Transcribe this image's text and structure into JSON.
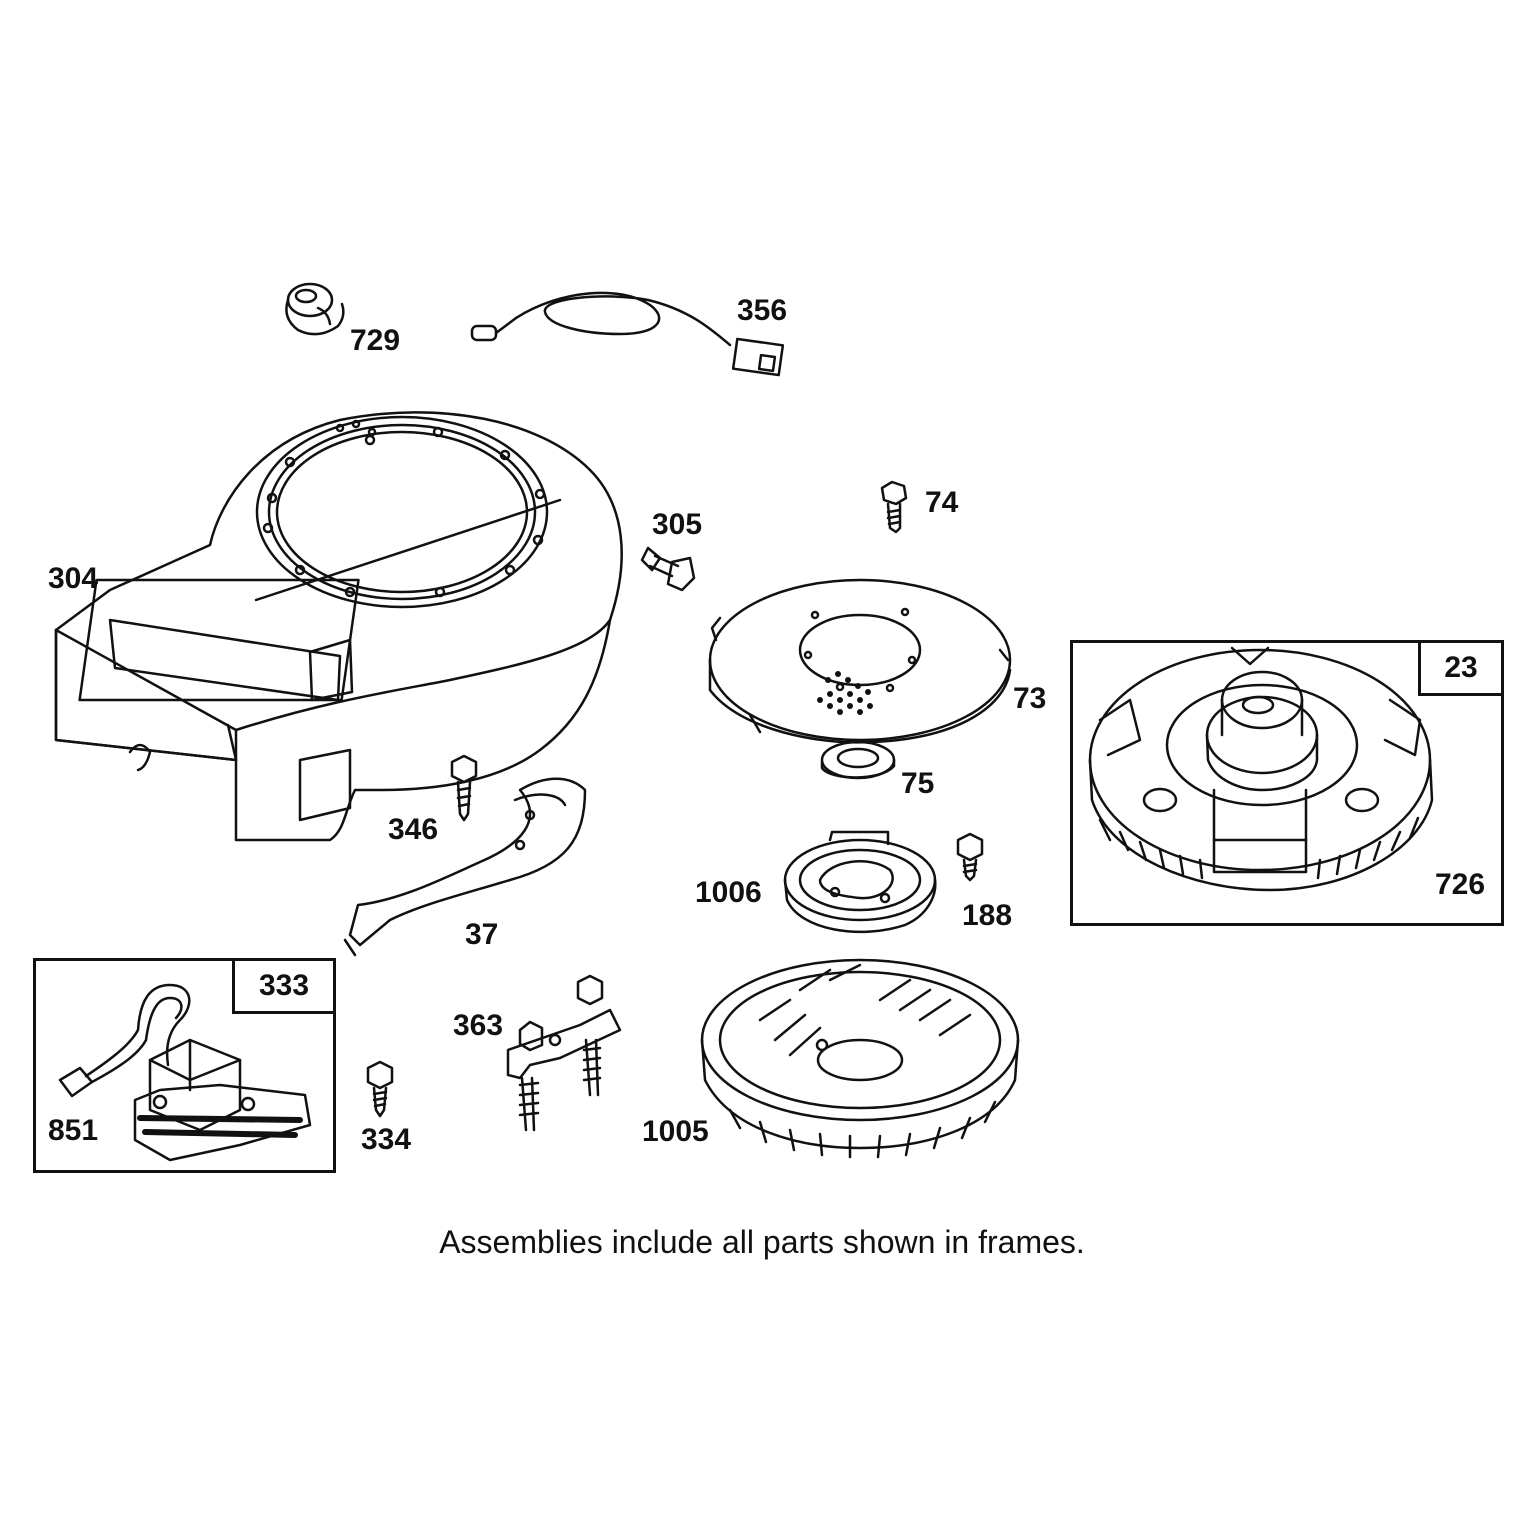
{
  "colors": {
    "ink": "#111111",
    "paper": "#ffffff"
  },
  "frames": {
    "ignition": {
      "badge": "333"
    },
    "flywheel_assembly": {
      "badge": "23"
    }
  },
  "labels": {
    "p729": "729",
    "p356": "356",
    "p304": "304",
    "p305": "305",
    "p74": "74",
    "p73": "73",
    "p75": "75",
    "p346": "346",
    "p37": "37",
    "p1006": "1006",
    "p188": "188",
    "p726": "726",
    "p851": "851",
    "p363": "363",
    "p334": "334",
    "p1005": "1005"
  },
  "caption": "Assemblies include all parts shown in frames."
}
